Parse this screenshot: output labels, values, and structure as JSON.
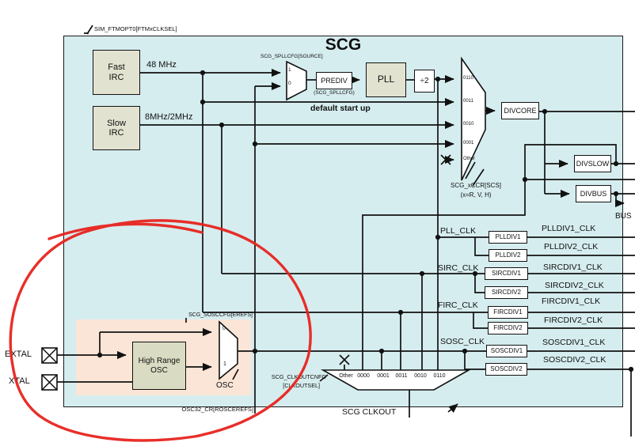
{
  "title": "SCG",
  "top_note": "SIM_FTMOPT0[FTMxCLKSEL]",
  "colors": {
    "bg": "#d6edef",
    "box_beige": "#e2e2d0",
    "osc_green": "#d9dcc2",
    "peach": "#fbe5d6",
    "pen_red": "#e8231e"
  },
  "sources": {
    "fast": {
      "l1": "Fast",
      "l2": "IRC",
      "freq": "48 MHz"
    },
    "slow": {
      "l1": "Slow",
      "l2": "IRC",
      "freq": "8MHz/2MHz"
    }
  },
  "spll": {
    "source_label": "SCG_SPLLCFG[SOURCE]",
    "in1": "1",
    "in0": "0",
    "prediv": "PREDIV",
    "prediv_reg": "(SCG_SPLLCFG)",
    "pll": "PLL",
    "div2": "÷2",
    "note": "default start up"
  },
  "scs_mux": {
    "inputs": [
      "0110",
      "0011",
      "0010",
      "0001",
      "Other"
    ],
    "reg": "SCG_xCCR[SCS]",
    "reg2": "(x=R, V, H)"
  },
  "dividers": {
    "divcore": "DIVCORE",
    "divslow": "DIVSLOW",
    "divbus": "DIVBUS",
    "bus": "BUS"
  },
  "clocks": [
    {
      "name": "PLL_CLK",
      "div1": "PLLDIV1",
      "div1_out": "PLLDIV1_CLK",
      "div2": "PLLDIV2",
      "div2_out": "PLLDIV2_CLK"
    },
    {
      "name": "SIRC_CLK",
      "div1": "SIRCDIV1",
      "div1_out": "SIRCDIV1_CLK",
      "div2": "SIRCDIV2",
      "div2_out": "SIRCDIV2_CLK"
    },
    {
      "name": "FIRC_CLK",
      "div1": "FIRCDIV1",
      "div1_out": "FIRCDIV1_CLK",
      "div2": "FIRCDIV2",
      "div2_out": "FIRCDIV2_CLK"
    },
    {
      "name": "SOSC_CLK",
      "div1": "SOSCDIV1",
      "div1_out": "SOSCDIV1_CLK",
      "div2": "SOSCDIV2",
      "div2_out": "SOSCDIV2_CLK"
    }
  ],
  "osc": {
    "extal": "EXTAL",
    "xtal": "XTAL",
    "box_l1": "High Range",
    "box_l2": "OSC",
    "eref": "SCG_SOSCCFG[EREFS]",
    "in0": "0",
    "in1": "1",
    "mux_name": "OSC",
    "bottom_note": "OSC32_CR[ROSCEREFS]"
  },
  "clkout": {
    "reg1": "SCG_CLKOUTCNFG",
    "reg2": "[CLKOUTSEL]",
    "inputs": [
      "Other",
      "0000",
      "0001",
      "0011",
      "0010",
      "0110"
    ],
    "out": "SCG CLKOUT"
  }
}
